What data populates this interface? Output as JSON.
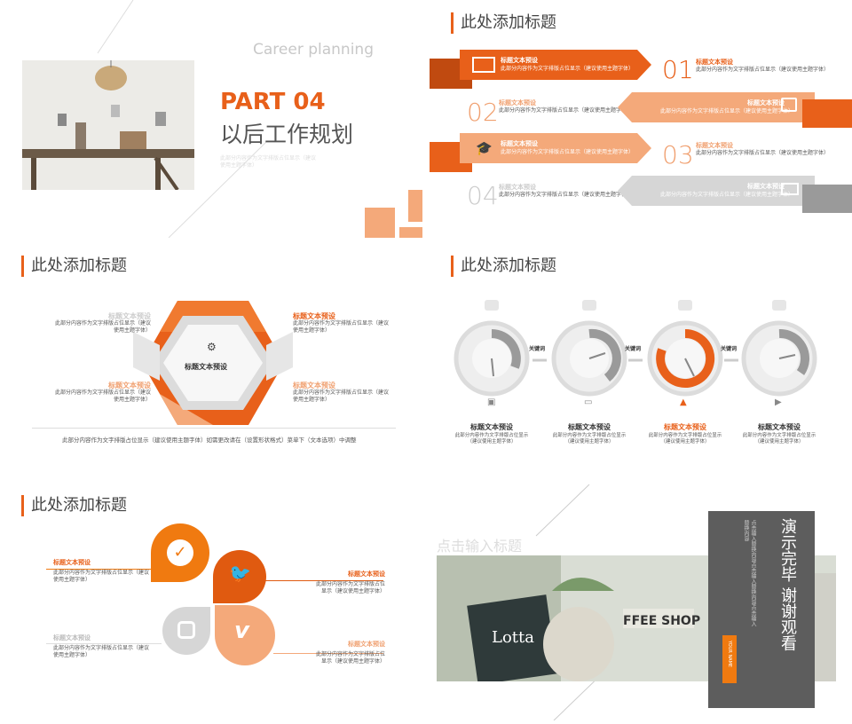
{
  "slide1": {
    "subtitle_en": "Career planning",
    "part": "PART 04",
    "heading": "以后工作规划",
    "desc": "此部分内容作为文字排版占位显示（建议使用主题字体）"
  },
  "slide2": {
    "title": "此处添加标题",
    "items": [
      {
        "num": "01",
        "title": "标题文本预设",
        "desc": "此部分内容作为文字排版占位显示（建议使用主题字体）"
      },
      {
        "num": "02",
        "title": "标题文本预设",
        "desc": "此部分内容作为文字排版占位显示（建议使用主题字体）"
      },
      {
        "num": "03",
        "title": "标题文本预设",
        "desc": "此部分内容作为文字排版占位显示（建议使用主题字体）"
      },
      {
        "num": "04",
        "title": "标题文本预设",
        "desc": "此部分内容作为文字排版占位显示（建议使用主题字体）"
      }
    ]
  },
  "slide3": {
    "title": "此处添加标题",
    "center": "标题文本预设",
    "blocks": [
      {
        "title": "标题文本预设",
        "desc": "此部分内容作为文字排版占位显示（建议使用主题字体）"
      },
      {
        "title": "标题文本预设",
        "desc": "此部分内容作为文字排版占位显示（建议使用主题字体）"
      },
      {
        "title": "标题文本预设",
        "desc": "此部分内容作为文字排版占位显示（建议使用主题字体）"
      },
      {
        "title": "标题文本预设",
        "desc": "此部分内容作为文字排版占位显示（建议使用主题字体）"
      }
    ],
    "footer": "此部分内容作为文字排版占位显示（建议使用主题字体）如需更改请在（设置形状格式）菜单下（文本选项）中调整"
  },
  "slide4": {
    "title": "此处添加标题",
    "keyword": "关键词",
    "items": [
      {
        "title": "标题文本预设",
        "desc": "此部分内容作为文字排版占位显示（建议使用主题字体）"
      },
      {
        "title": "标题文本预设",
        "desc": "此部分内容作为文字排版占位显示（建议使用主题字体）"
      },
      {
        "title": "标题文本预设",
        "desc": "此部分内容作为文字排版占位显示（建议使用主题字体）"
      },
      {
        "title": "标题文本预设",
        "desc": "此部分内容作为文字排版占位显示（建议使用主题字体）"
      }
    ]
  },
  "slide5": {
    "title": "此处添加标题",
    "items": [
      {
        "title": "标题文本预设",
        "desc": "此部分内容作为文字排版占位显示（建议使用主题字体）"
      },
      {
        "title": "标题文本预设",
        "desc": "此部分内容作为文字排版占位显示（建议使用主题字体）"
      },
      {
        "title": "标题文本预设",
        "desc": "此部分内容作为文字排版占位显示（建议使用主题字体）"
      },
      {
        "title": "标题文本预设",
        "desc": "此部分内容作为文字排版占位显示（建议使用主题字体）"
      }
    ]
  },
  "slide6": {
    "input_title": "点击输入标题",
    "end_text": "演示完毕 谢谢观看",
    "side_text": "点击输入替换内容点击输入替换内容点击输入替换内容",
    "tag": "YOUR NAME"
  },
  "colors": {
    "accent": "#e8601a",
    "light_accent": "#f4a97a",
    "grey": "#9a9a9a"
  }
}
